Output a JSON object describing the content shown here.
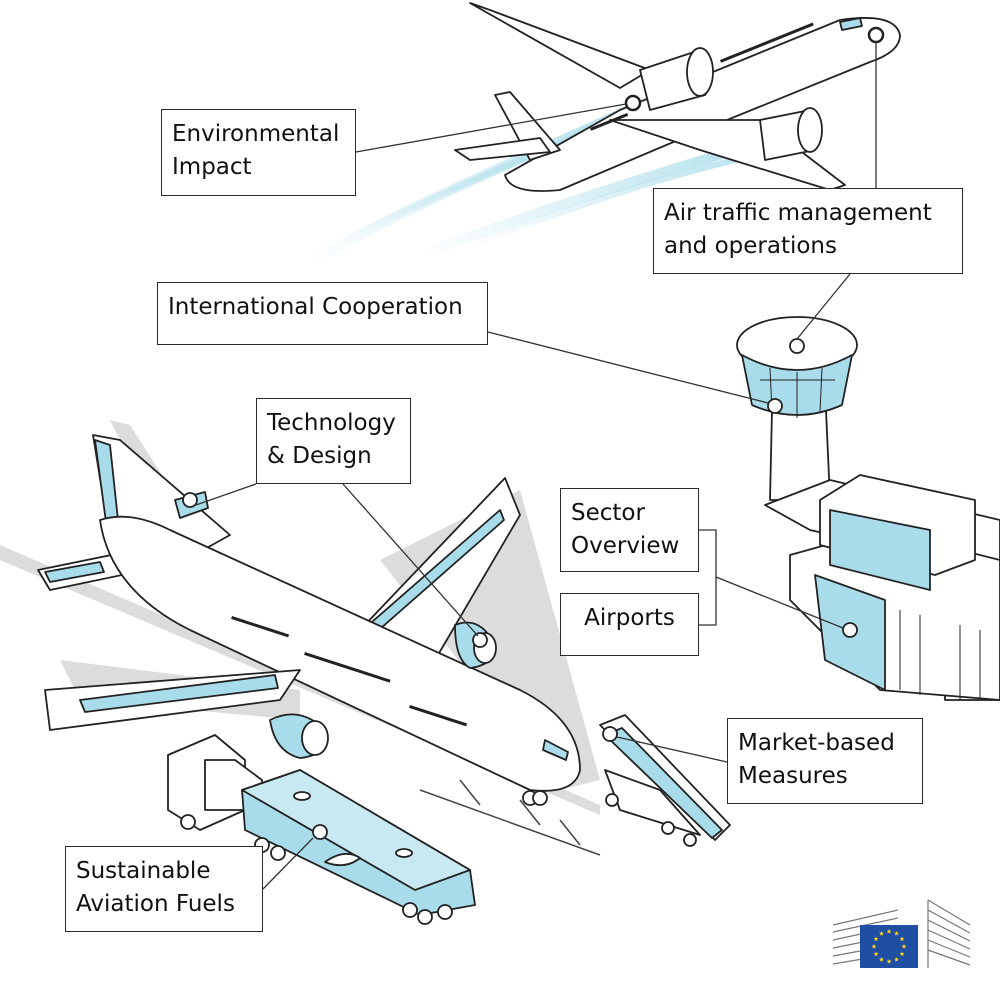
{
  "labels": {
    "environmental_impact": "Environmental\nImpact",
    "air_traffic_management": "Air traffic management\nand operations",
    "international_cooperation": "International Cooperation",
    "technology_design": "Technology\n& Design",
    "sector_overview": "Sector\nOverview",
    "airports": "Airports",
    "market_based_measures": "Market-based\nMeasures",
    "sustainable_aviation_fuels": "Sustainable\nAviation Fuels"
  },
  "icons": {
    "aircraft_in_flight": "airplane-icon",
    "control_tower": "control-tower-icon",
    "parked_aircraft": "airplane-icon",
    "fuel_truck": "fuel-truck-icon",
    "boarding_stairs": "boarding-stairs-icon",
    "logo": "european-commission-logo"
  },
  "colors": {
    "accent": "#a9dcea",
    "accent_dark": "#6cc3dc",
    "line": "#222222",
    "shadow": "#dcdcdc",
    "eu_blue": "#1f4ea3",
    "eu_star": "#ffd617"
  }
}
